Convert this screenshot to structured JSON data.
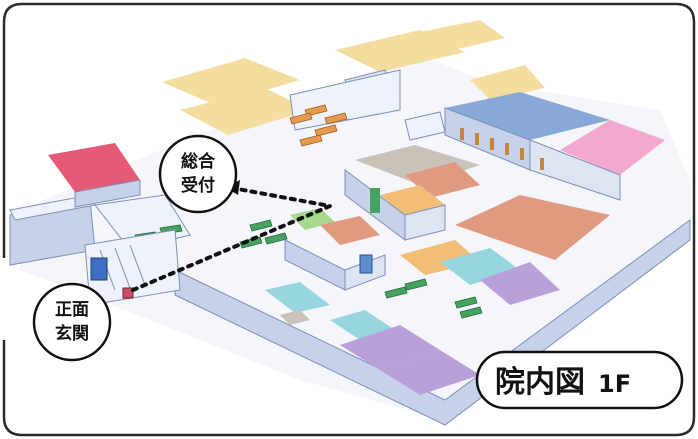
{
  "map": {
    "title_main": "院内図",
    "title_floor": "1F",
    "reception_label": [
      "総合",
      "受付"
    ],
    "entrance_label": [
      "正面",
      "玄関"
    ],
    "colors": {
      "frame": "#2a2a2a",
      "wall_top": "#eef2fa",
      "wall_side": "#c5d2ea",
      "floor_base": "#f4f6fb",
      "room_yellow": "#f3dea0",
      "room_blue": "#88a8d8",
      "room_pink": "#f3a9cf",
      "room_salmon": "#e09a80",
      "room_orange": "#f2bd76",
      "room_cyan": "#98d6df",
      "room_purple": "#b9a0d8",
      "room_red": "#e55b77",
      "room_green": "#a8d88f",
      "room_gray": "#c8c2b8",
      "sofa_green": "#45a35f",
      "sofa_orange": "#e69a4f",
      "door_brown": "#c6873d",
      "route_line": "#111111"
    }
  }
}
